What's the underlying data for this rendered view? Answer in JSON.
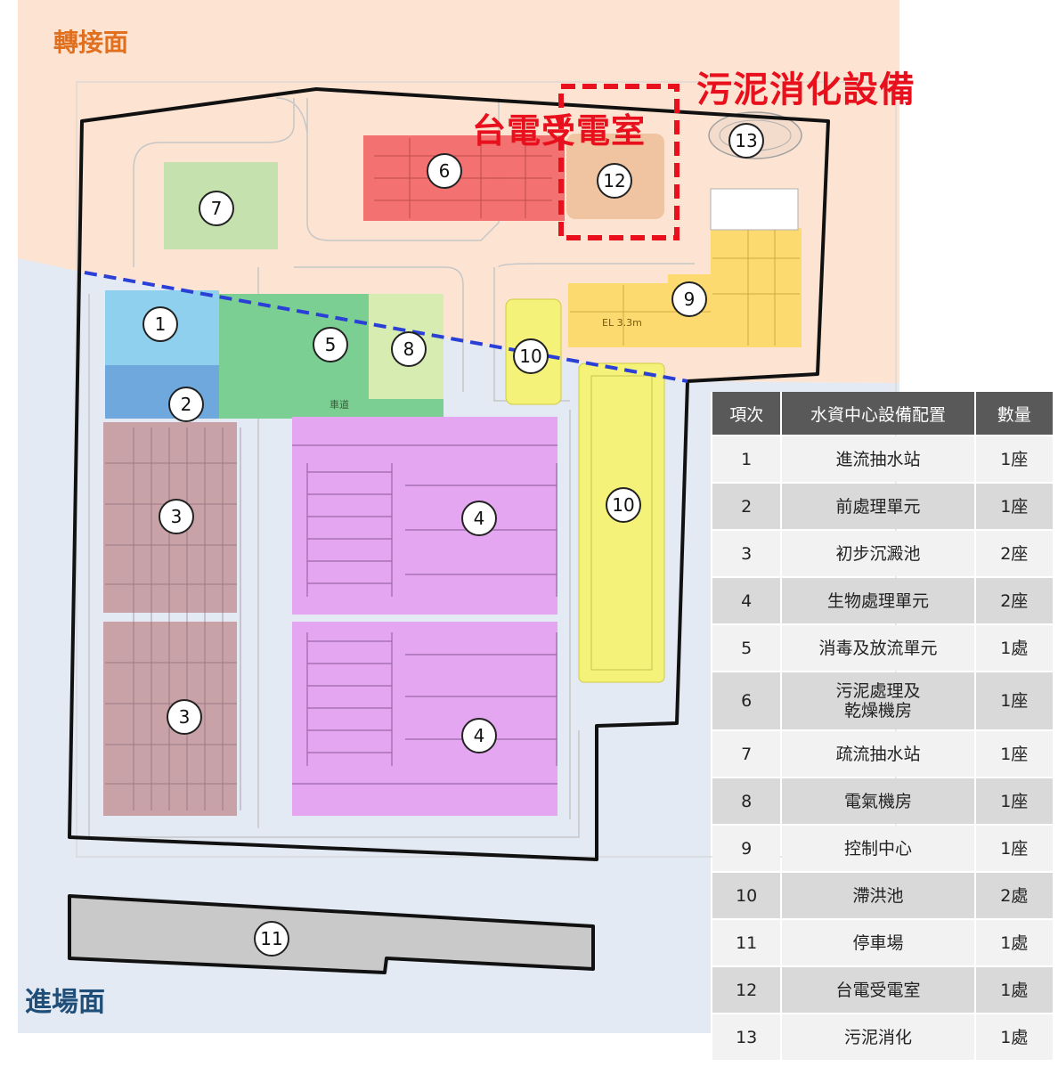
{
  "labels": {
    "transfer_side": "轉接面",
    "entry_side": "進場面",
    "sludge_digestion": "污泥消化設備",
    "power_room": "台電受電室"
  },
  "map_text": {
    "road": "車道",
    "elevation": "EL 3.3m"
  },
  "markers": {
    "m1": "1",
    "m2": "2",
    "m3a": "3",
    "m3b": "3",
    "m4a": "4",
    "m4b": "4",
    "m5": "5",
    "m6": "6",
    "m7": "7",
    "m8": "8",
    "m9": "9",
    "m10a": "10",
    "m10b": "10",
    "m11": "11",
    "m12": "12",
    "m13": "13"
  },
  "legend": {
    "headers": [
      "項次",
      "水資中心設備配置",
      "數量"
    ],
    "rows": [
      {
        "no": "1",
        "name": "進流抽水站",
        "qty": "1座"
      },
      {
        "no": "2",
        "name": "前處理單元",
        "qty": "1座"
      },
      {
        "no": "3",
        "name": "初步沉澱池",
        "qty": "2座"
      },
      {
        "no": "4",
        "name": "生物處理單元",
        "qty": "2座"
      },
      {
        "no": "5",
        "name": "消毒及放流單元",
        "qty": "1處"
      },
      {
        "no": "6",
        "name": "污泥處理及\n乾燥機房",
        "qty": "1座"
      },
      {
        "no": "7",
        "name": "疏流抽水站",
        "qty": "1座"
      },
      {
        "no": "8",
        "name": "電氣機房",
        "qty": "1座"
      },
      {
        "no": "9",
        "name": "控制中心",
        "qty": "1座"
      },
      {
        "no": "10",
        "name": "滯洪池",
        "qty": "2處"
      },
      {
        "no": "11",
        "name": "停車場",
        "qty": "1處"
      },
      {
        "no": "12",
        "name": "台電受電室",
        "qty": "1處"
      },
      {
        "no": "13",
        "name": "污泥消化",
        "qty": "1處"
      }
    ]
  },
  "colors": {
    "transfer_bg": "#fde4d2",
    "entry_bg": "#e3eaf4",
    "inflow_pump": "#8fd0ee",
    "pretreatment": "#6fa8dc",
    "primary_clarifier": "#c49a9e",
    "bio_treatment": "#e4a6f0",
    "disinfection": "#7ccf93",
    "sludge_building": "#f26a6a",
    "storm_pump": "#bfe0a8",
    "electrical": "#d6ecb0",
    "control_center": "#fdd96a",
    "detention_pond": "#f5f27a",
    "parking": "#c9c9c9",
    "red_text": "#e8101c",
    "blue_line": "#2a3fd6"
  }
}
